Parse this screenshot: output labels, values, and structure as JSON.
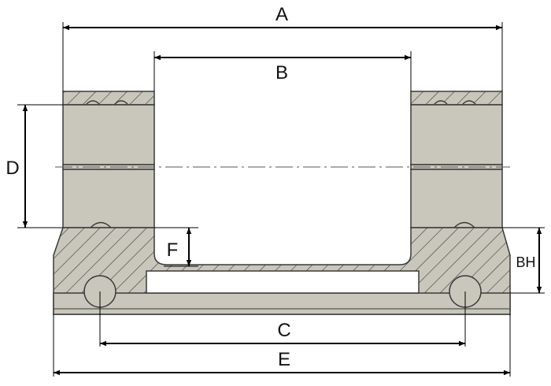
{
  "labels": {
    "a": "A",
    "b": "B",
    "c": "C",
    "d": "D",
    "e": "E",
    "f": "F",
    "bh": "BH"
  },
  "colors": {
    "body_fill": "#c9c6bb",
    "body_stroke": "#3a3a3a",
    "hatch": "#3a3a3a",
    "dimension": "#000000",
    "background": "#ffffff"
  }
}
